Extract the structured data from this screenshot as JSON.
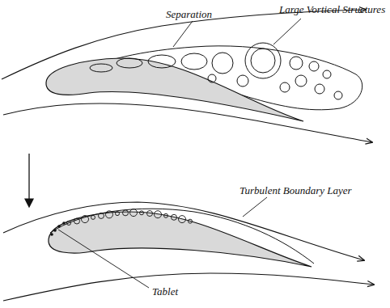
{
  "diagram": {
    "labels": [
      "Large Vortical Structures",
      "Separation",
      "Turbulent Boundary Layer",
      "Tablet"
    ]
  }
}
